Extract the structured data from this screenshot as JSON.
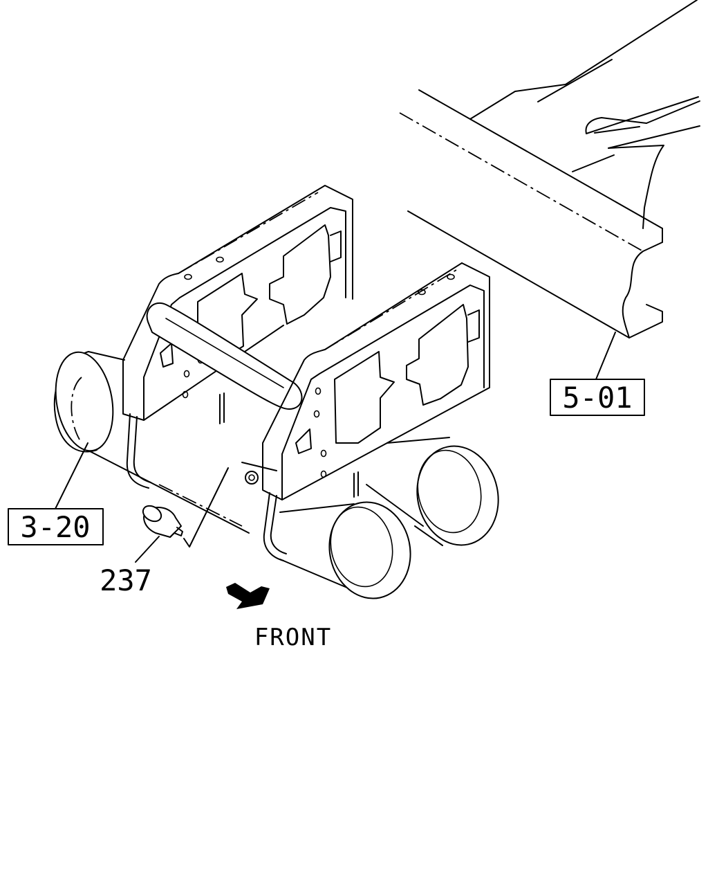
{
  "callouts": {
    "frame_ref": "5-01",
    "axle_ref": "3-20",
    "part_number": "237"
  },
  "direction": {
    "label": "FRONT"
  },
  "icons": {
    "direction_arrow": "front-arrow-icon"
  },
  "colors": {
    "line": "#000000",
    "background": "#ffffff"
  }
}
